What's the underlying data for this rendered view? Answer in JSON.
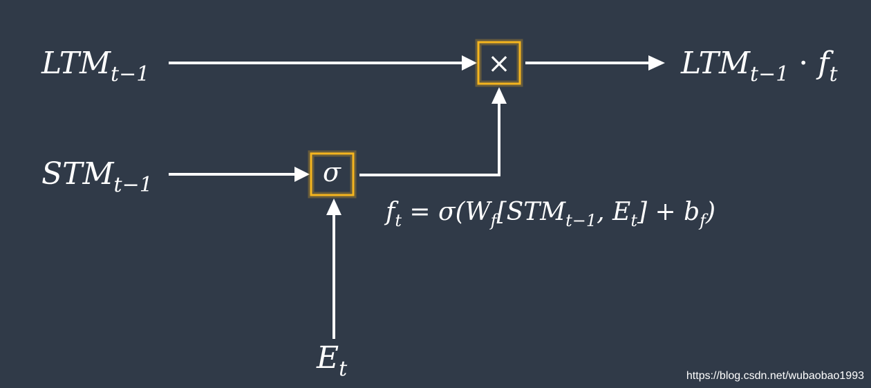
{
  "inputs": {
    "ltm": {
      "base": "LTM",
      "sub": "t−1"
    },
    "stm": {
      "base": "STM",
      "sub": "t−1"
    },
    "event": {
      "base": "E",
      "sub": "t"
    }
  },
  "gates": {
    "forget_sigmoid": "σ",
    "multiply": "×"
  },
  "output": {
    "base": "LTM",
    "sub": "t−1",
    "dot": " · ",
    "f": "f",
    "f_sub": "t"
  },
  "equation": {
    "f": "f",
    "f_sub": "t",
    "eq_sigma": " = σ(W",
    "w_sub": "f",
    "bracket_open": "[STM",
    "stm_sub": "t−1",
    "comma_e": ", E",
    "e_sub": "t",
    "close_plus_b": "] + b",
    "b_sub": "f",
    "close_paren": ")"
  },
  "watermark": "https://blog.csdn.net/wubaobao1993",
  "colors": {
    "background": "#303a48",
    "gate_border": "#f5b51e",
    "line": "#ffffff"
  }
}
